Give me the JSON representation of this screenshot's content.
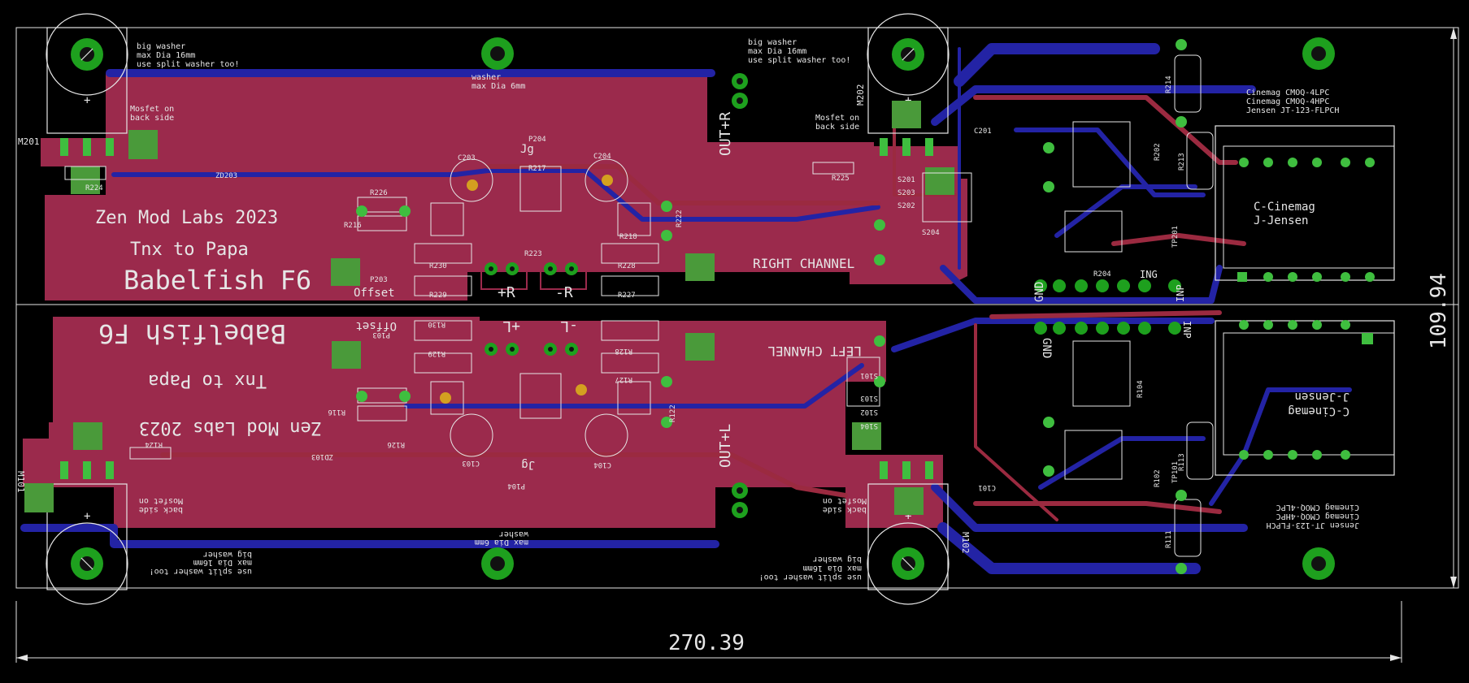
{
  "colors": {
    "background": "#000000",
    "top_copper": "#9b2a4c",
    "bottom_copper": "#2323a5",
    "pads": "#1ea01e",
    "silkscreen": "#e6e6e6"
  },
  "board": {
    "width_dim": "270.39",
    "height_dim": "109.94",
    "brand": "Zen Mod Labs 2023",
    "thanks": "Tnx to Papa",
    "title": "Babelfish F6",
    "offset_label": "Offset",
    "right_channel": "RIGHT CHANNEL",
    "left_channel": "LEFT CHANNEL",
    "out_r": "OUT+R",
    "out_l": "OUT+L",
    "plus_r": "+R",
    "minus_r": "-R",
    "plus_l": "+L",
    "minus_l": "-L",
    "jg": "Jg",
    "gnd": "GND",
    "ing": "ING",
    "inp": "INP",
    "cinemag_label": "C-Cinemag",
    "jensen_label": "J-Jensen",
    "transformer_lines": [
      "Cinemag CMOQ-4LPC",
      "Cinemag CMOQ-4HPC",
      "Jensen JT-123-FLPCH"
    ],
    "big_washer_lines": [
      "big washer",
      "max Dia 16mm",
      "use split washer too!"
    ],
    "washer_lines": [
      "washer",
      "max Dia 6mm"
    ],
    "mosfet_lines": [
      "Mosfet on",
      "back side"
    ]
  },
  "designators": {
    "m201": "M201",
    "m202": "M202",
    "m101": "M101",
    "m102": "M102",
    "zd203": "ZD203",
    "zd103": "ZD103",
    "r224": "R224",
    "r124": "R124",
    "r225": "R225",
    "r226": "R226",
    "r216": "R216",
    "r203": "P203",
    "r103": "P103",
    "c203": "C203",
    "c204": "C204",
    "c103": "C103",
    "c104": "C104",
    "s201": "S201",
    "s203": "S203",
    "s202": "S202",
    "s204": "S204",
    "s101": "S101",
    "s102": "S102",
    "s103": "S103",
    "s104": "S104",
    "r214": "R214",
    "r213": "R213",
    "r202": "R202",
    "r204": "R204",
    "r111": "R111",
    "r113": "R113",
    "r102": "R102",
    "r104": "R104",
    "r218": "R218",
    "r222": "R222",
    "r223": "R223",
    "r217": "R217",
    "r227": "R227",
    "r228": "R228",
    "r229": "R229",
    "r230": "R230",
    "r127": "R127",
    "r128": "R128",
    "r129": "R129",
    "r130": "R130",
    "r122": "R122",
    "r126": "R126",
    "r116": "R116",
    "p204": "P204",
    "p104": "P104",
    "c201": "C201",
    "c101": "C101",
    "tp201": "TP201",
    "tp101": "TP101"
  }
}
